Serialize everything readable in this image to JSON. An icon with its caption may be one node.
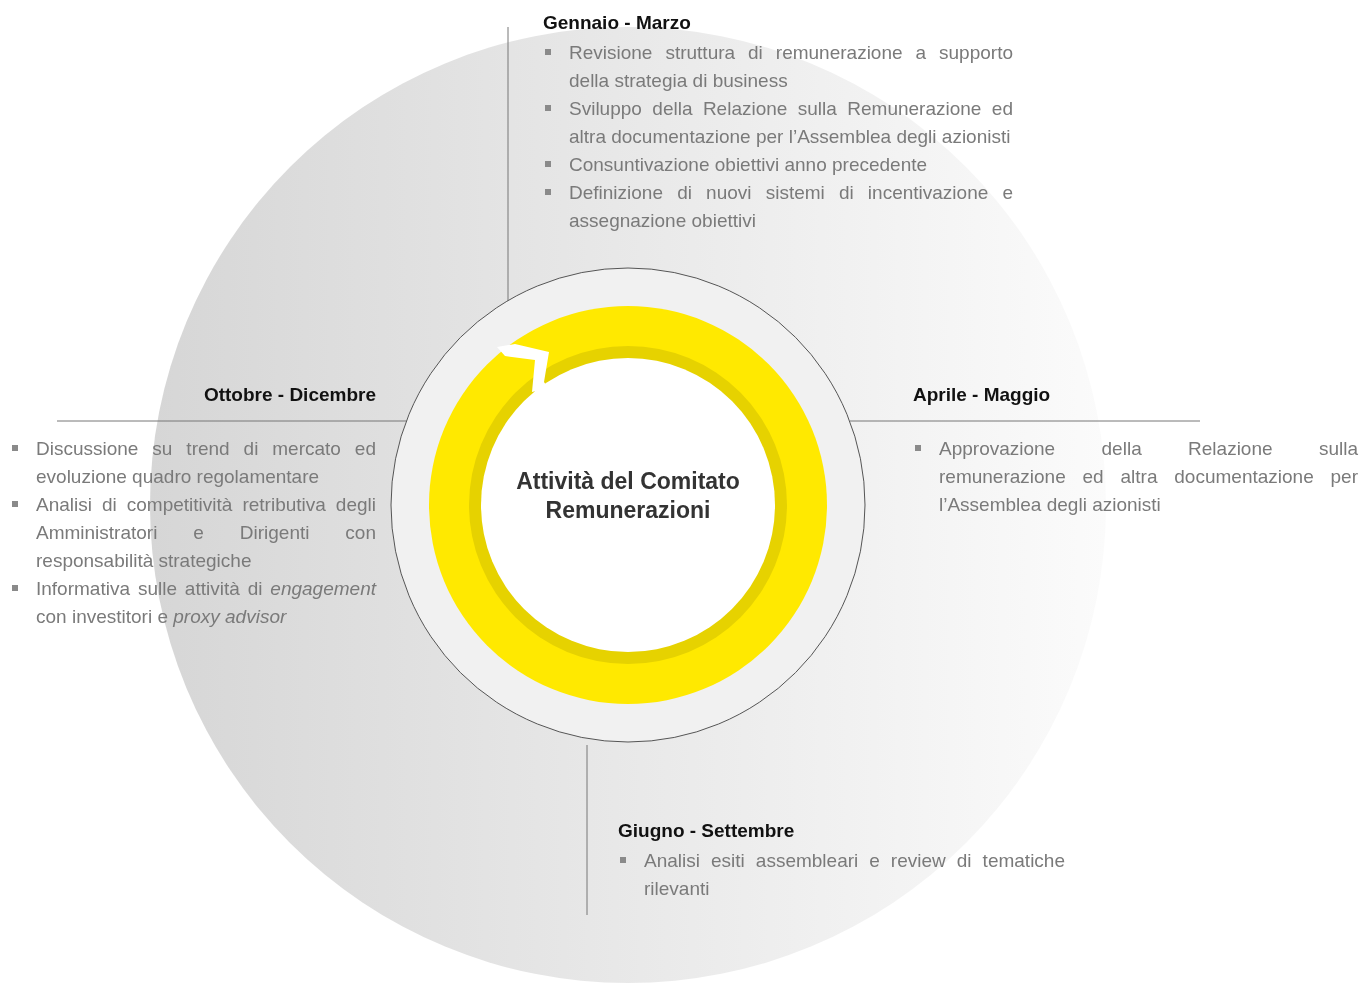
{
  "diagram": {
    "nodes": [
      {
        "text": [
          "Attività del Comitato Remunerazioni"
        ]
      }
    ],
    "edges": [],
    "labels": [
      "Gennaio - Marzo",
      "Revisione struttura di remunerazione a supporto della strategia di business",
      "Sviluppo della Relazione sulla Remunerazione ed altra documentazione per l’Assemblea degli azionisti",
      "Consuntivazione obiettivi anno precedente",
      "Definizione di nuovi sistemi di incentivazione e assegnazione obiettivi",
      "Ottobre - Dicembre",
      "Discussione su trend di mercato ed evoluzione quadro regolamentare",
      "Analisi di competitività retributiva degli Amministratori e Dirigenti con responsabilità strategiche",
      "Informativa sulle attività di *engagement* con investitori e *proxy advisor*",
      "Aprile - Maggio",
      "Approvazione della Relazione sulla remunerazione ed altra documentazione per l’Assemblea degli azionisti",
      "Giugno - Settembre",
      "Analisi esiti assembleari e review di tematiche rilevanti"
    ]
  }
}
